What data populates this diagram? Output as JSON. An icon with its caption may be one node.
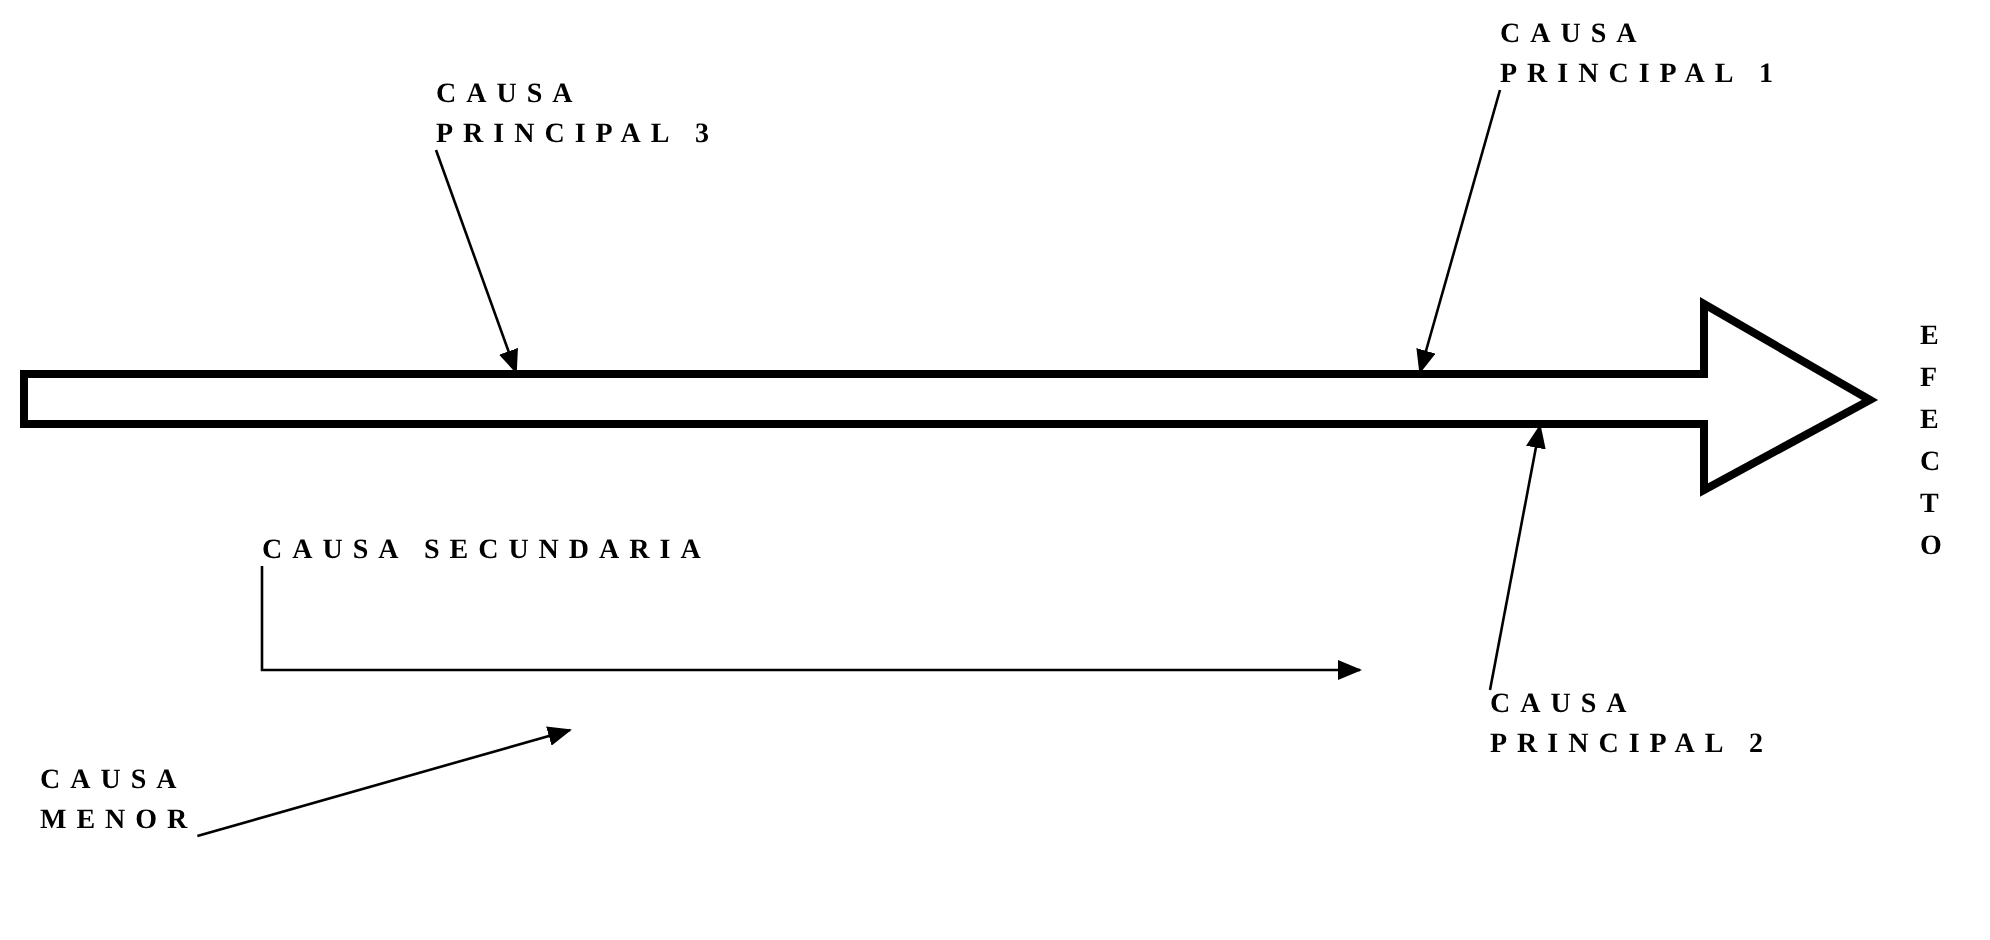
{
  "diagram": {
    "nodes": [
      {
        "text": [],
        "shape": "arrow"
      },
      {
        "text": [
          "CAUSA PRINCIPAL 3"
        ]
      },
      {
        "text": [
          "CAUSA PRINCIPAL 1"
        ]
      },
      {
        "text": [
          "EFECTO"
        ]
      },
      {
        "text": [
          "CAUSA SECUNDARIA"
        ]
      },
      {
        "text": [
          "CAUSA PRINCIPAL 2"
        ]
      },
      {
        "text": [
          "CAUSA MENOR"
        ]
      }
    ],
    "edges": [
      {
        "from": 1,
        "to": 0,
        "arrow": "to"
      },
      {
        "from": 2,
        "to": 0,
        "arrow": "to"
      },
      {
        "from": 4,
        "to": null,
        "arrow": "to"
      },
      {
        "from": 5,
        "to": 0,
        "arrow": "to"
      },
      {
        "from": 6,
        "to": null,
        "arrow": "to"
      }
    ]
  }
}
